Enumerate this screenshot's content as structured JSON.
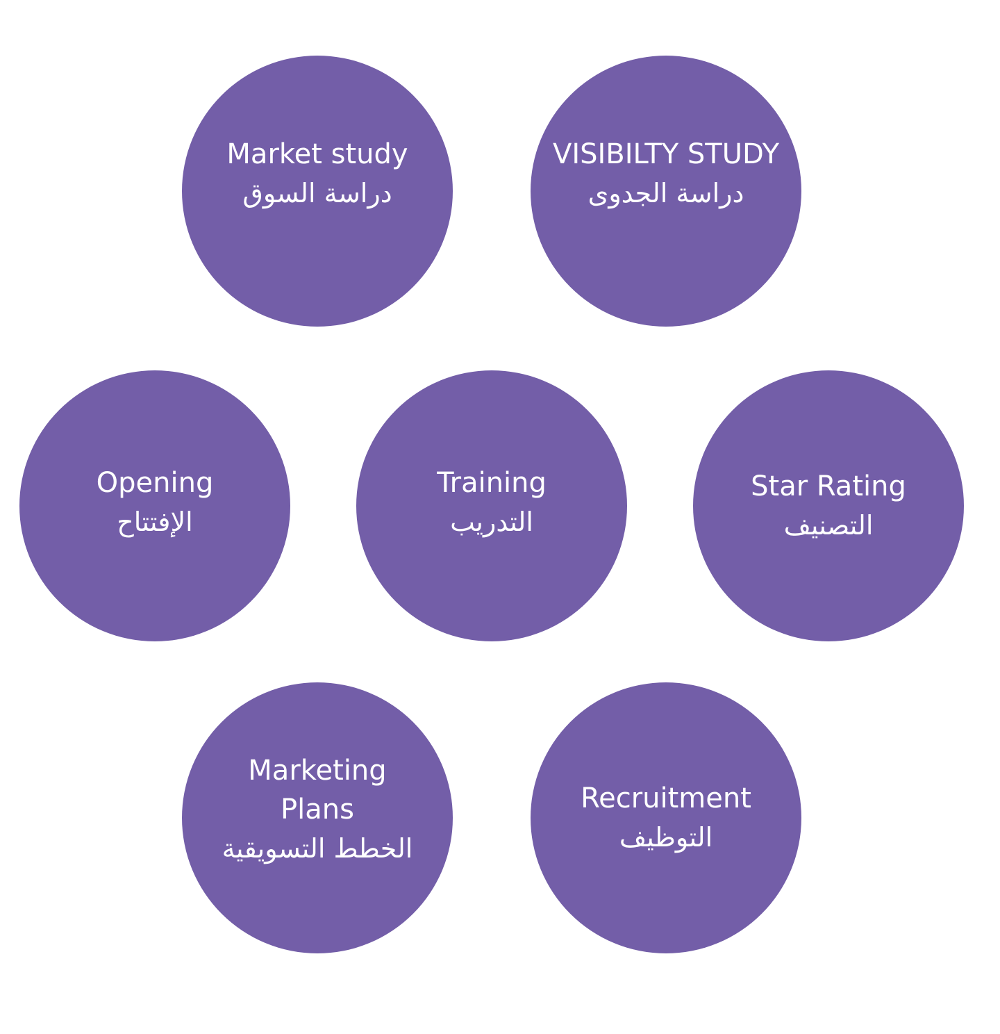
{
  "colors": {
    "circle_fill": "#735ea8",
    "text": "#ffffff",
    "background": "#ffffff"
  },
  "nodes": [
    {
      "english": "Market study",
      "arabic": "دراسة السوق"
    },
    {
      "english": "VISIBILTY STUDY",
      "arabic": "دراسة الجدوى"
    },
    {
      "english": "Opening",
      "arabic": "الإفتتاح"
    },
    {
      "english": "Training",
      "arabic": "التدريب"
    },
    {
      "english": "Star Rating",
      "arabic": "التصنيف"
    },
    {
      "english": "Marketing Plans",
      "arabic": "الخطط التسويقية"
    },
    {
      "english": "Recruitment",
      "arabic": "التوظيف"
    }
  ]
}
